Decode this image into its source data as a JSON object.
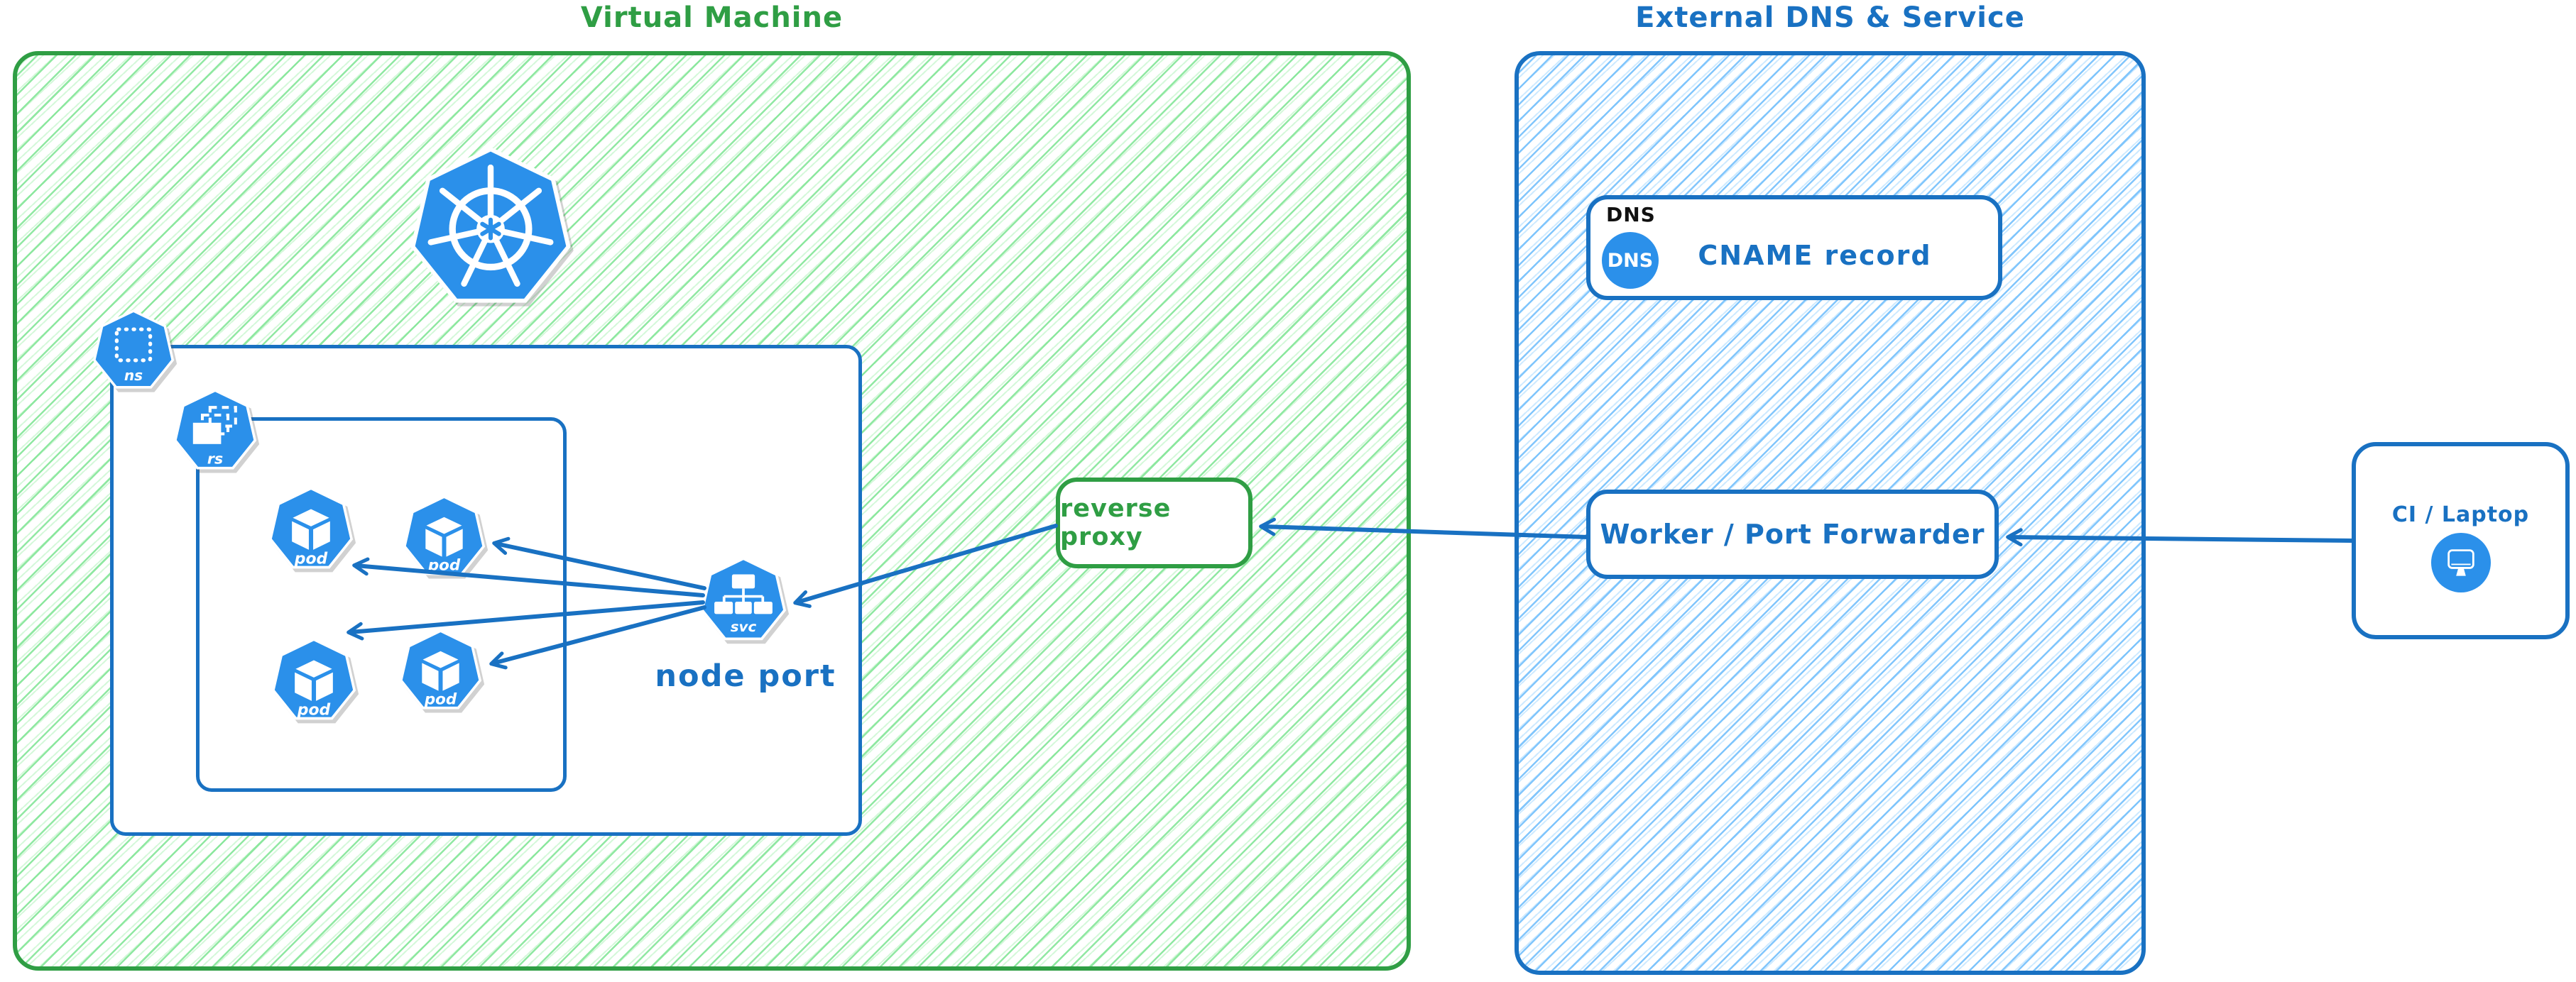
{
  "vm": {
    "title": "Virtual Machine"
  },
  "external": {
    "title": "External DNS & Service"
  },
  "kubernetes": {
    "name": "kubernetes"
  },
  "namespace": {
    "badge": "ns"
  },
  "replicaset": {
    "badge": "rs"
  },
  "pods": [
    {
      "label": "pod"
    },
    {
      "label": "pod"
    },
    {
      "label": "pod"
    },
    {
      "label": "pod"
    }
  ],
  "service": {
    "badge": "svc",
    "caption": "node port"
  },
  "reverse_proxy": {
    "label": "reverse proxy"
  },
  "dns": {
    "heading": "DNS",
    "badge": "DNS",
    "record": "CNAME record"
  },
  "worker": {
    "label": "Worker / Port Forwarder"
  },
  "client": {
    "label": "CI / Laptop"
  },
  "colors": {
    "green_stroke": "#2f9e44",
    "green_hatch": "#8de69f",
    "blue_stroke": "#1971c2",
    "blue_hatch": "#74c0fc",
    "icon_blue": "#2b90ea",
    "dns_heading_black": "#111111"
  },
  "connections": [
    {
      "from": "CI / Laptop",
      "to": "Worker / Port Forwarder"
    },
    {
      "from": "Worker / Port Forwarder",
      "to": "reverse proxy"
    },
    {
      "from": "reverse proxy",
      "to": "node port (svc)"
    },
    {
      "from": "node port (svc)",
      "to": "pod-1"
    },
    {
      "from": "node port (svc)",
      "to": "pod-2"
    },
    {
      "from": "node port (svc)",
      "to": "pod-3"
    },
    {
      "from": "node port (svc)",
      "to": "pod-4"
    }
  ]
}
